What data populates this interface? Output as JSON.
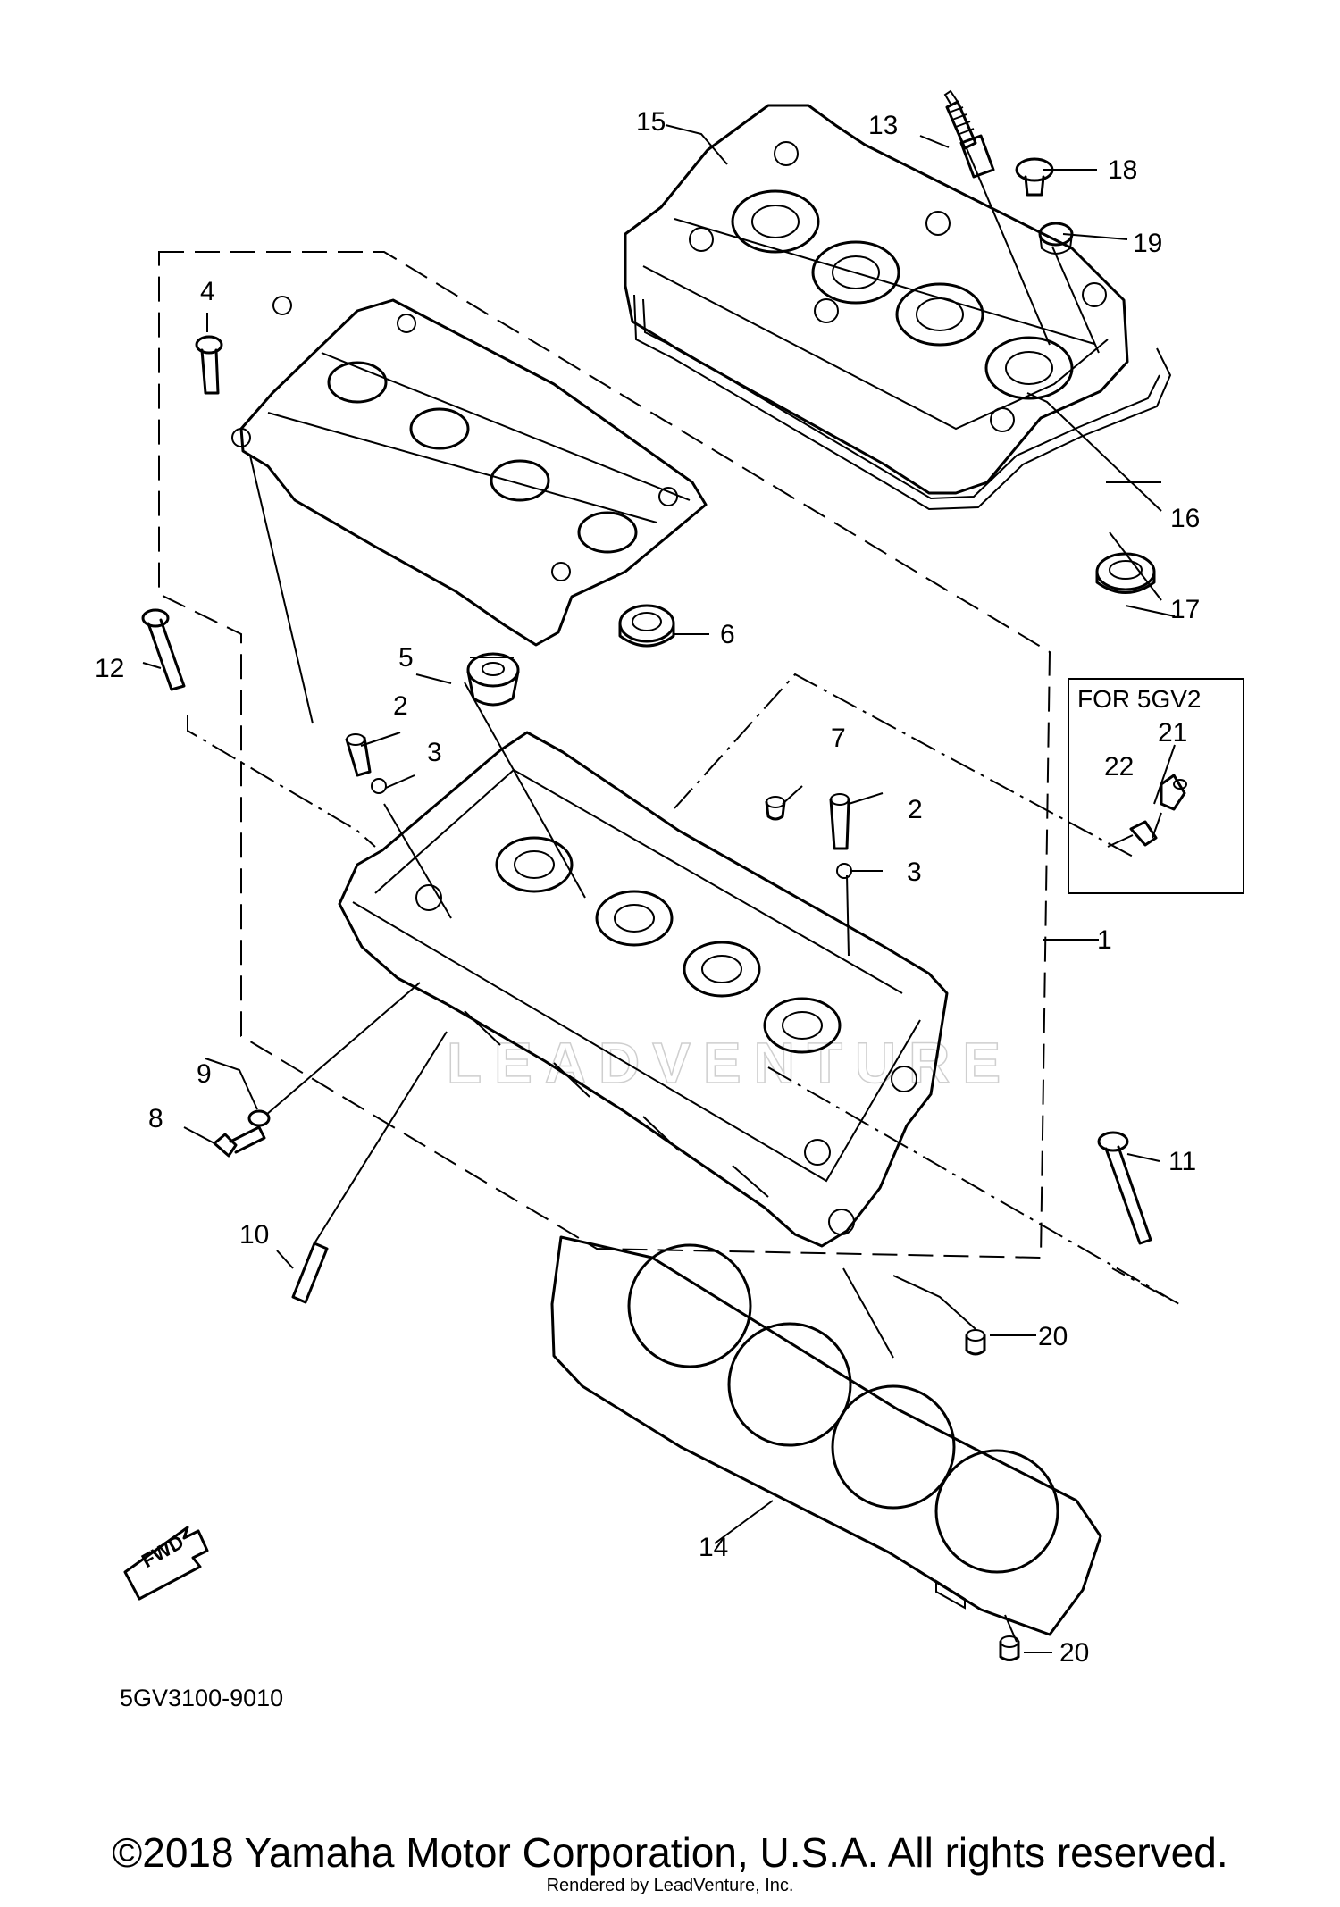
{
  "diagram": {
    "callouts": {
      "c1": "1",
      "c2a": "2",
      "c2b": "2",
      "c3a": "3",
      "c3b": "3",
      "c4": "4",
      "c5": "5",
      "c6": "6",
      "c7": "7",
      "c8": "8",
      "c9": "9",
      "c10": "10",
      "c11": "11",
      "c12": "12",
      "c13": "13",
      "c14": "14",
      "c15": "15",
      "c16": "16",
      "c17": "17",
      "c18": "18",
      "c19": "19",
      "c20a": "20",
      "c20b": "20",
      "c21": "21",
      "c22": "22"
    },
    "inset": {
      "title": "FOR 5GV2"
    },
    "fwd_label": "FWD",
    "diagram_code": "5GV3100-9010",
    "watermark": "LEADVENTURE"
  },
  "footer": {
    "copyright": "©2018 Yamaha Motor Corporation, U.S.A. All rights reserved.",
    "rendered_by": "Rendered by LeadVenture, Inc."
  }
}
